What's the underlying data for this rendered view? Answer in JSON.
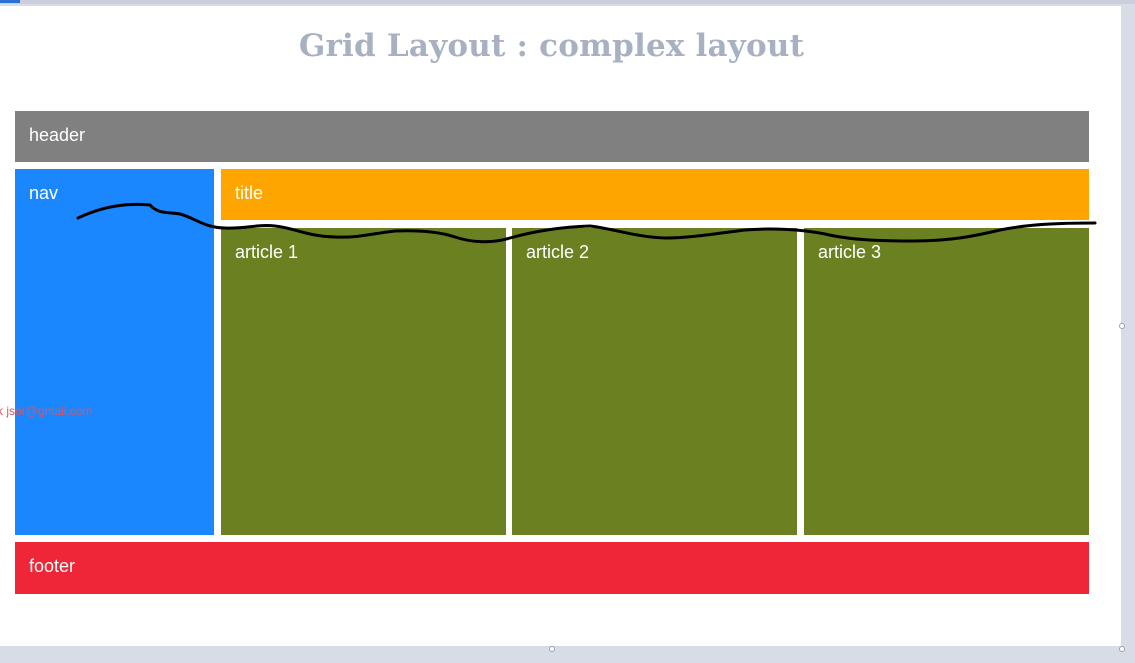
{
  "slide": {
    "title": "Grid Layout : complex layout"
  },
  "grid": {
    "header": "header",
    "nav": "nav",
    "title": "title",
    "articles": [
      "article 1",
      "article 2",
      "article 3"
    ],
    "footer": "footer"
  },
  "watermark": "k jsor@gmail.com",
  "colors": {
    "header": "#808080",
    "nav": "#1a87ff",
    "title": "#ffa500",
    "article": "#6b8121",
    "footer": "#ee2638",
    "slide_title": "#a8b1c2"
  }
}
